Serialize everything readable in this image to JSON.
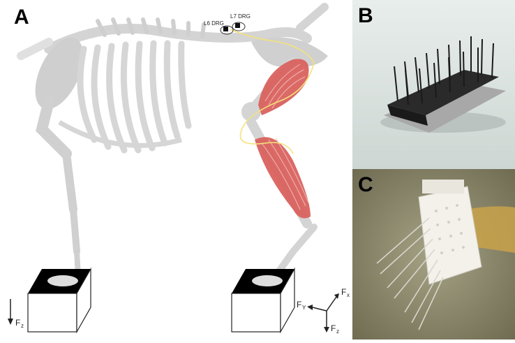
{
  "panels": {
    "a": {
      "label": "A"
    },
    "b": {
      "label": "B"
    },
    "c": {
      "label": "C"
    }
  },
  "drg": {
    "l6": "L6 DRG",
    "l7": "L7 DRG"
  },
  "forces": {
    "fz": "F",
    "fz_sub": "z",
    "fx": "F",
    "fx_sub": "x",
    "fy": "F",
    "fy_sub": "Y"
  },
  "colors": {
    "bone": "#d4d4d4",
    "muscle": "#d9625f",
    "nerve": "#f4e27a",
    "box_top": "#000000",
    "panel_b_bg": "#dfe7e4",
    "panel_c_bg": "#8a8766"
  }
}
